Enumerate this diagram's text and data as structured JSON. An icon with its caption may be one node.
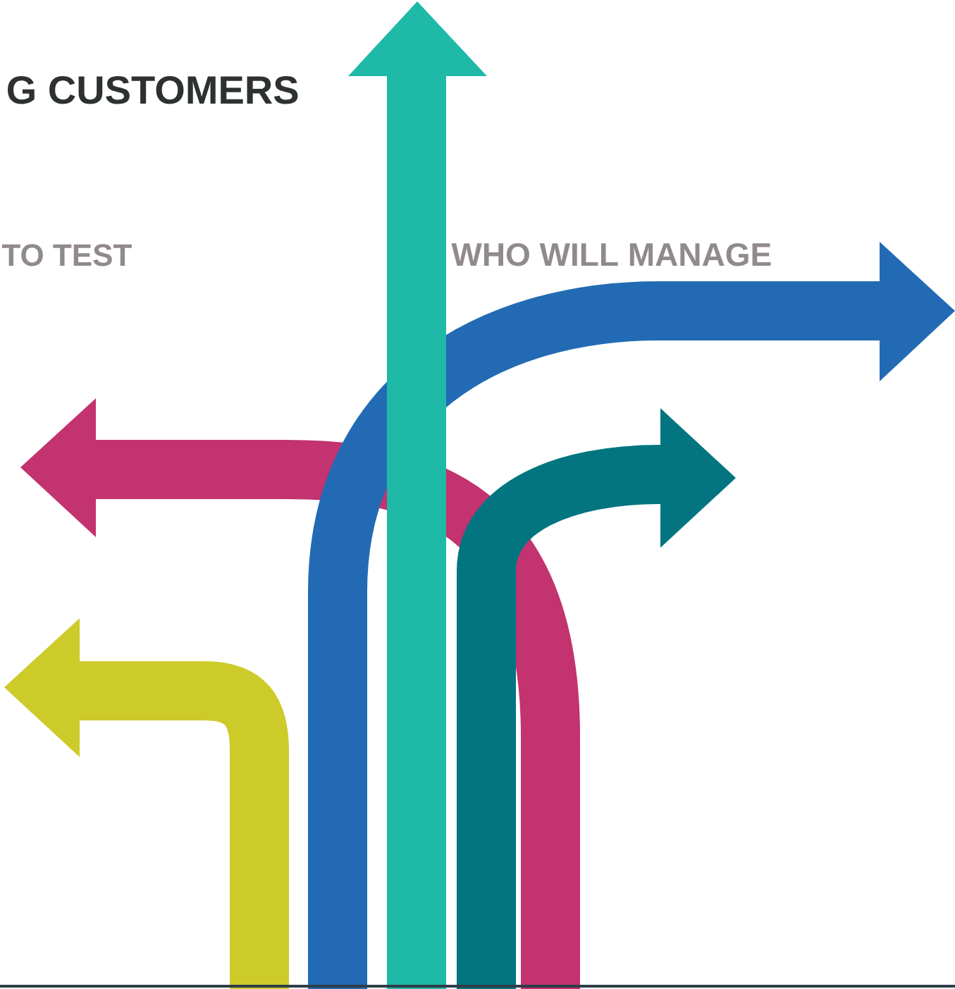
{
  "diagram": {
    "labels": [
      "G CUSTOMERS",
      "TO TEST",
      "WHO WILL MANAGE"
    ]
  }
}
